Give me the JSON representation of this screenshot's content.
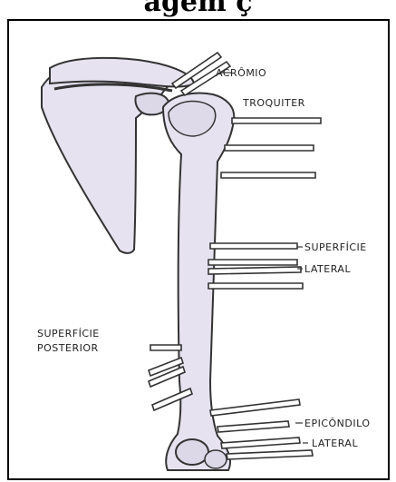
{
  "title_fragment": "ãgem ç",
  "labels": {
    "acromio": "ACRÔMIO",
    "troquiter": "TROQUITER",
    "sup_lateral_1": "SUPERFÍCIE",
    "sup_lateral_2": "LATERAL",
    "sup_posterior_1": "SUPERFÍCIE",
    "sup_posterior_2": "POSTERIOR",
    "epicondilo_1": "EPICÔNDILO",
    "epicondilo_2": "LATERAL"
  },
  "colors": {
    "bone_fill": "#e6e2f0",
    "outline": "#333333",
    "border": "#000000"
  }
}
